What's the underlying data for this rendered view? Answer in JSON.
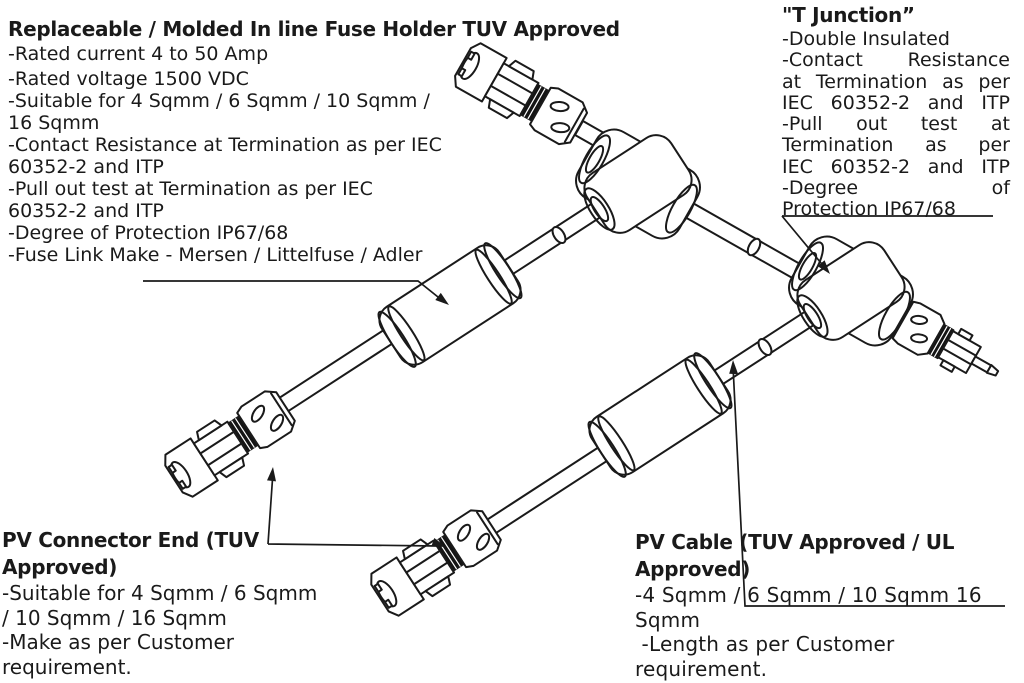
{
  "page": {
    "background_color": "#ffffff",
    "ink_color": "#1a1a1a",
    "seal_ring_color": "#141414"
  },
  "annotations": {
    "fuse_holder": {
      "title": "Replaceable / Molded In line Fuse Holder TUV Approved",
      "lines": [
        "-Rated current 4 to 50 Amp",
        "-Rated voltage 1500 VDC",
        "-Suitable for 4 Sqmm / 6 Sqmm / 10 Sqmm /",
        "16 Sqmm",
        "-Contact Resistance at Termination as per IEC",
        "60352-2 and ITP",
        "-Pull out test at Termination as per IEC",
        "60352-2 and ITP",
        "-Degree of Protection IP67/68",
        "-Fuse Link Make - Mersen / Littelfuse / Adler"
      ]
    },
    "t_junction": {
      "title": "\"T Junction”",
      "lines": [
        "-Double Insulated",
        "-Contact Resistance",
        "at Termination as per",
        "IEC 60352-2 and ITP",
        "-Pull out test at",
        "Termination as per",
        "IEC 60352-2 and ITP",
        "-Degree of",
        "Protection IP67/68"
      ]
    },
    "pv_connector_end": {
      "title_lines": [
        "PV Connector End (TUV",
        "Approved)"
      ],
      "lines": [
        "-Suitable for 4 Sqmm / 6 Sqmm",
        "/ 10 Sqmm / 16 Sqmm",
        "-Make as per Customer",
        "requirement."
      ]
    },
    "pv_cable": {
      "title_lines": [
        "PV Cable (TUV Approved / UL",
        "Approved)"
      ],
      "lines": [
        "-4 Sqmm / 6 Sqmm / 10 Sqmm 16",
        "Sqmm",
        " -Length as per Customer",
        "requirement."
      ]
    }
  },
  "diagram": {
    "parts": [
      "mc4-connector-female",
      "t-junction-1",
      "t-junction-2",
      "mc4-connector-male",
      "inline-fuse-holder-1",
      "inline-fuse-holder-2",
      "pv-connector-end-1",
      "pv-connector-end-2",
      "pv-cable"
    ]
  }
}
